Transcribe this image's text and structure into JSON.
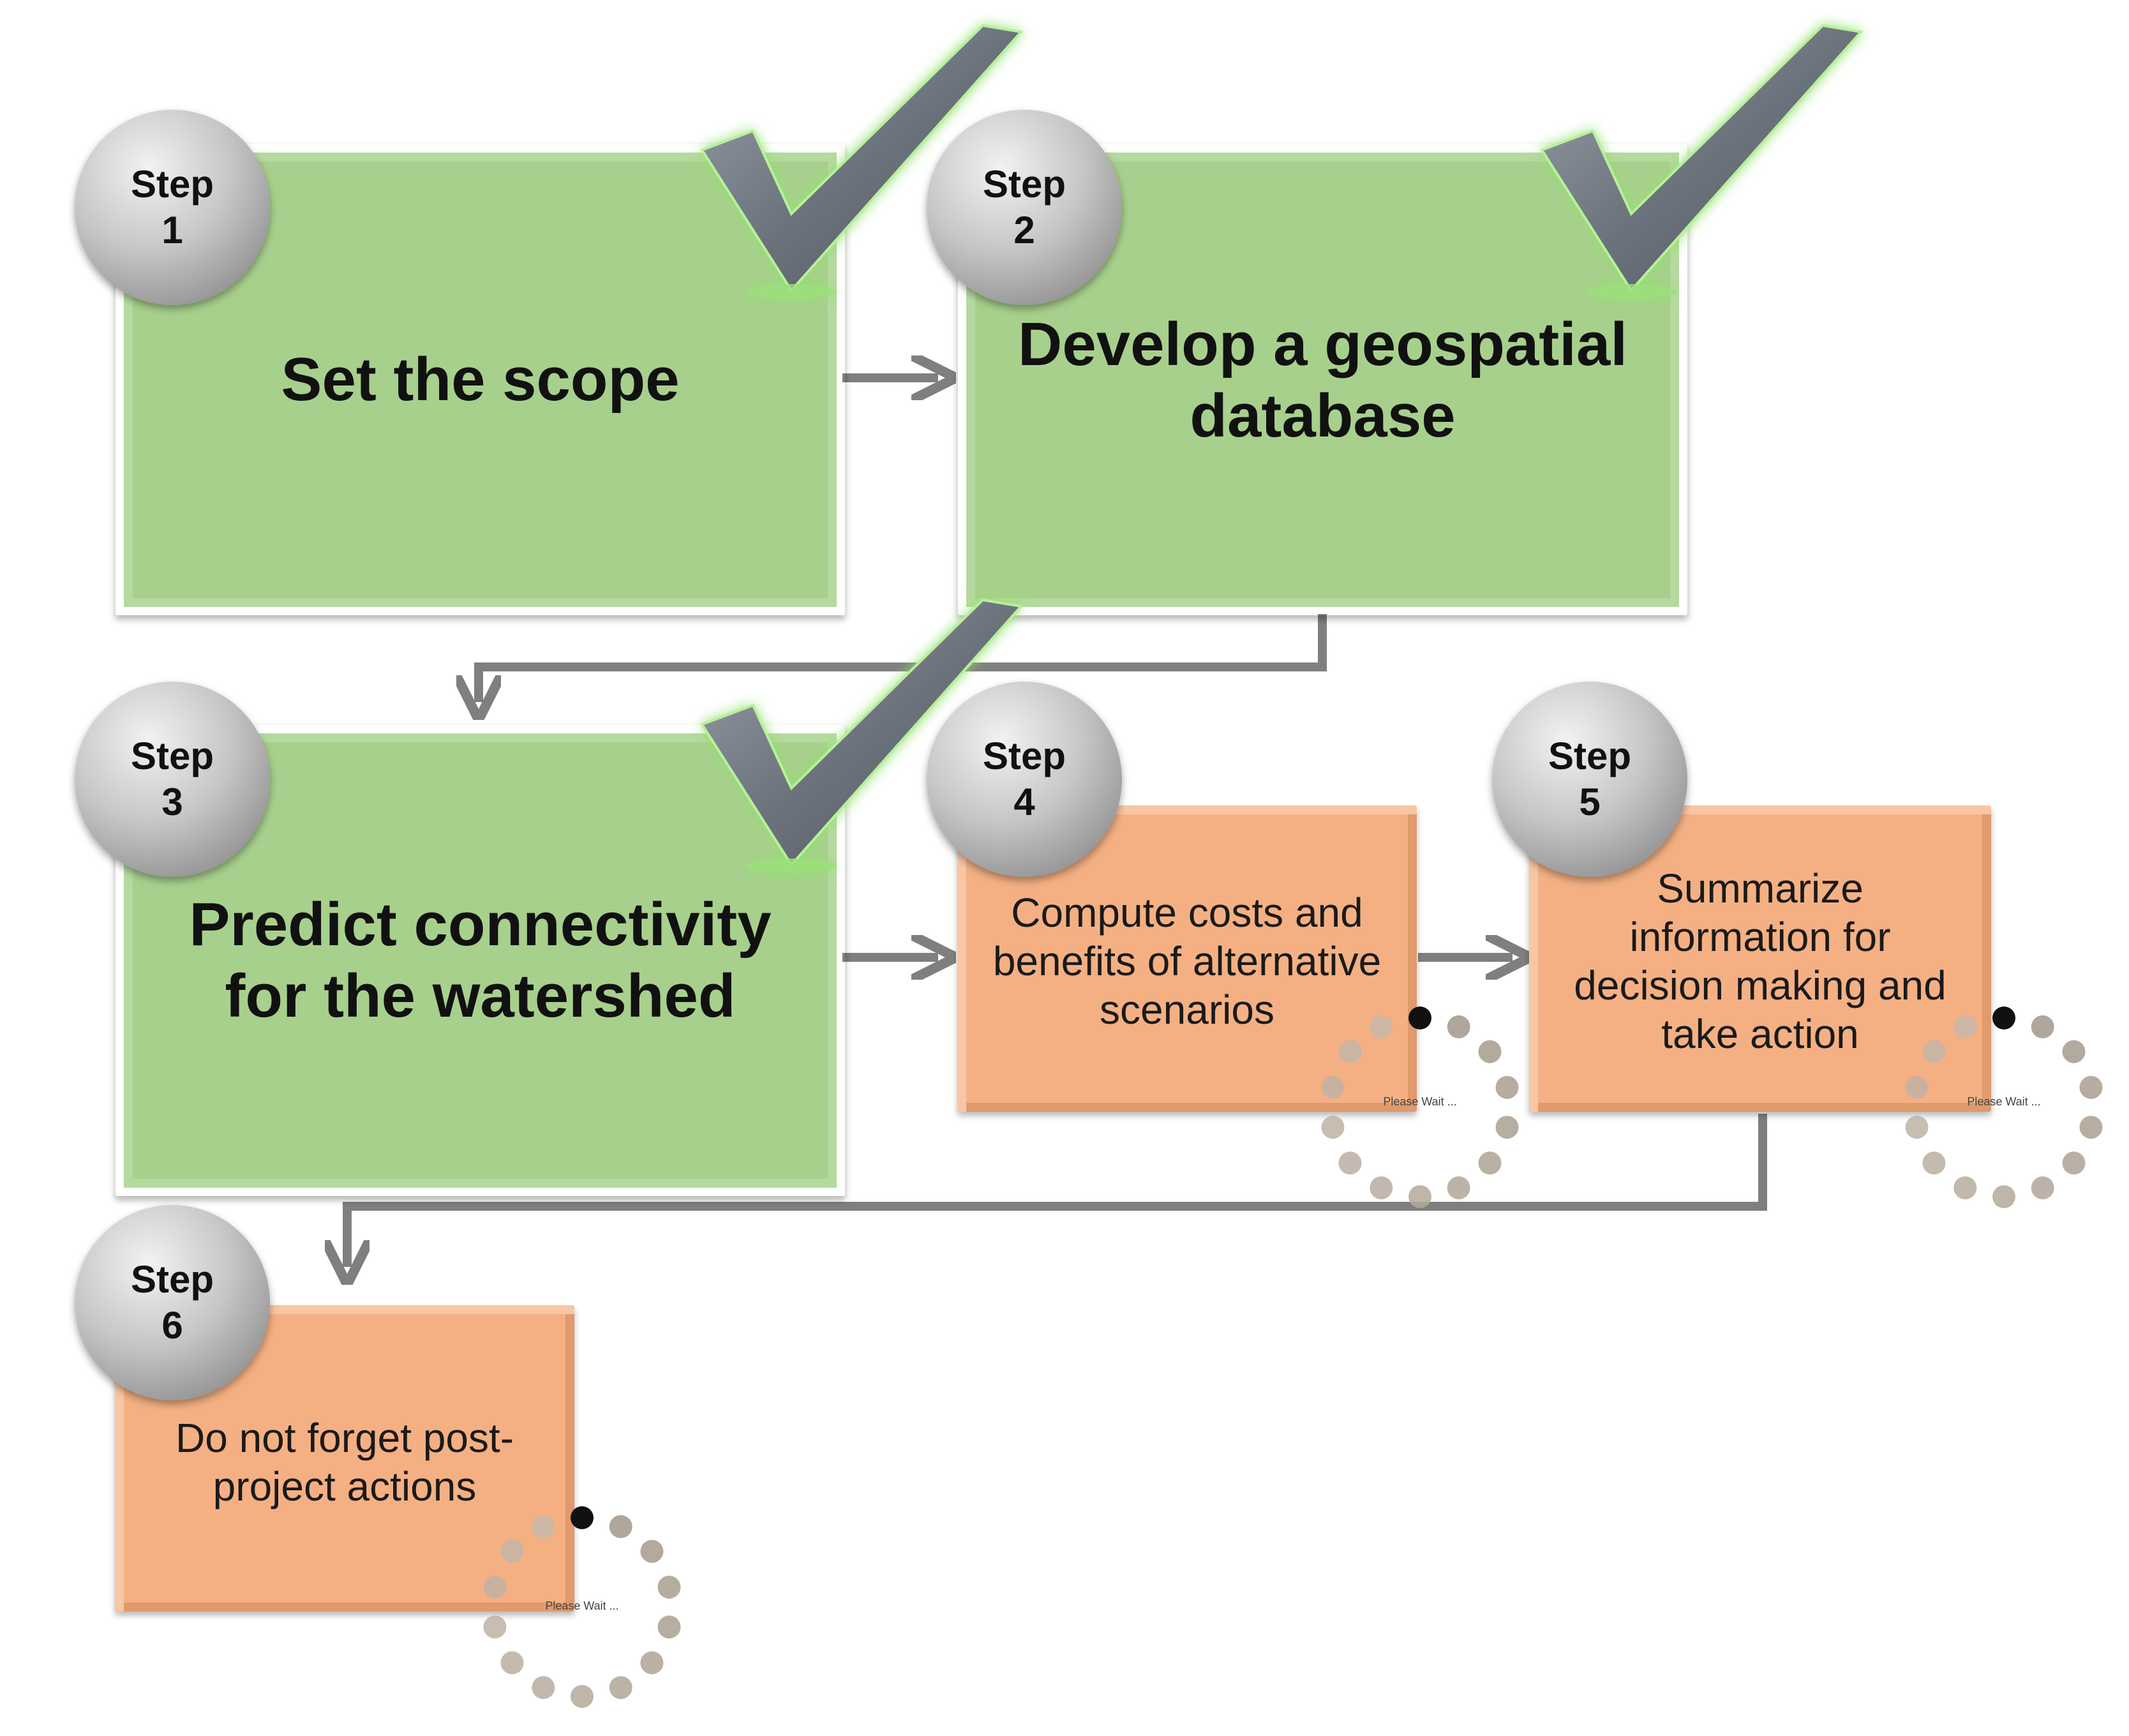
{
  "steps": [
    {
      "word": "Step",
      "num": "1",
      "title": "Set the scope",
      "status": "complete"
    },
    {
      "word": "Step",
      "num": "2",
      "title": "Develop a geospatial\ndatabase",
      "status": "complete"
    },
    {
      "word": "Step",
      "num": "3",
      "title": "Predict connectivity\nfor the watershed",
      "status": "complete"
    },
    {
      "word": "Step",
      "num": "4",
      "title": "Compute costs and\nbenefits of alternative\nscenarios",
      "status": "pending"
    },
    {
      "word": "Step",
      "num": "5",
      "title": "Summarize\ninformation for\ndecision making and\ntake action",
      "status": "pending"
    },
    {
      "word": "Step",
      "num": "6",
      "title": "Do not forget post-\nproject actions",
      "status": "pending"
    }
  ],
  "spinner_text": "Please Wait ...",
  "colors": {
    "complete": "#a8d08d",
    "pending": "#f4b083",
    "connector": "#7f7f7f",
    "checkmark": "#6f7680"
  },
  "icons": [
    "checkmark-icon",
    "loading-spinner-icon"
  ]
}
